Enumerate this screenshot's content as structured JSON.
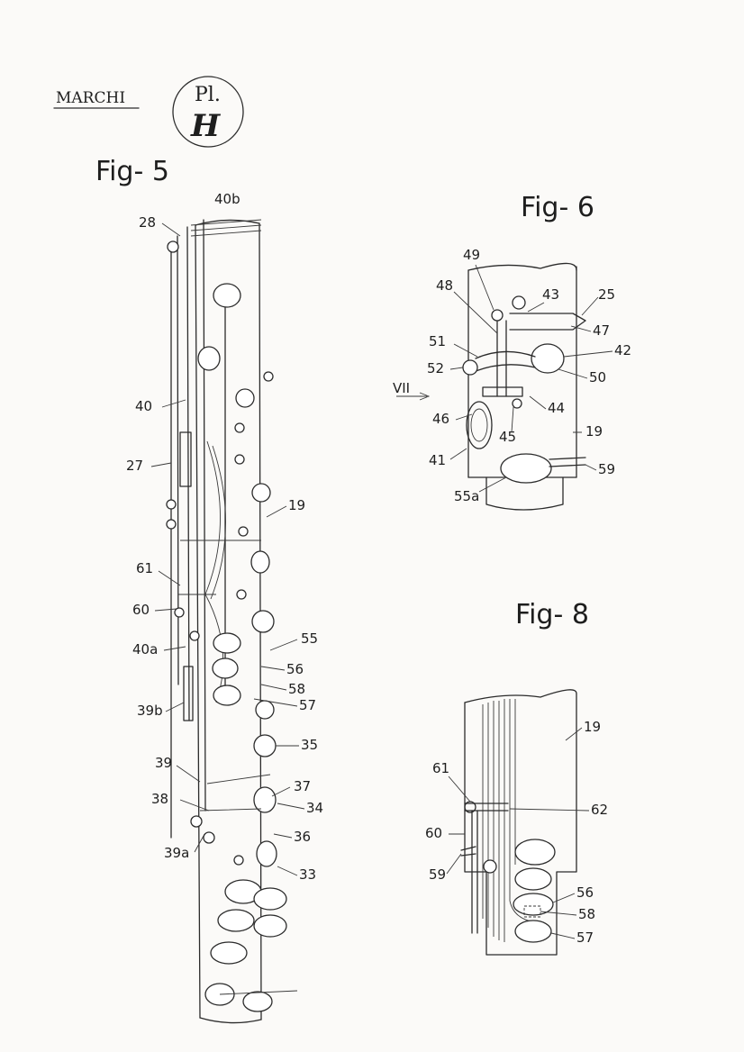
{
  "header": {
    "author": "MARCHI",
    "plate_prefix": "Pl.",
    "plate_letter": "H"
  },
  "fig5": {
    "title": "Fig- 5",
    "labels": [
      "40b",
      "28",
      "40",
      "27",
      "19",
      "61",
      "60",
      "55",
      "40a",
      "56",
      "58",
      "57",
      "39b",
      "35",
      "39",
      "37",
      "38",
      "34",
      "36",
      "39a",
      "33"
    ]
  },
  "fig6": {
    "title": "Fig- 6",
    "labels": [
      "49",
      "48",
      "43",
      "25",
      "47",
      "51",
      "42",
      "52",
      "50",
      "VII",
      "46",
      "44",
      "45",
      "19",
      "41",
      "59",
      "55a"
    ]
  },
  "fig8": {
    "title": "Fig- 8",
    "labels": [
      "19",
      "61",
      "62",
      "60",
      "59",
      "56",
      "58",
      "57"
    ]
  }
}
